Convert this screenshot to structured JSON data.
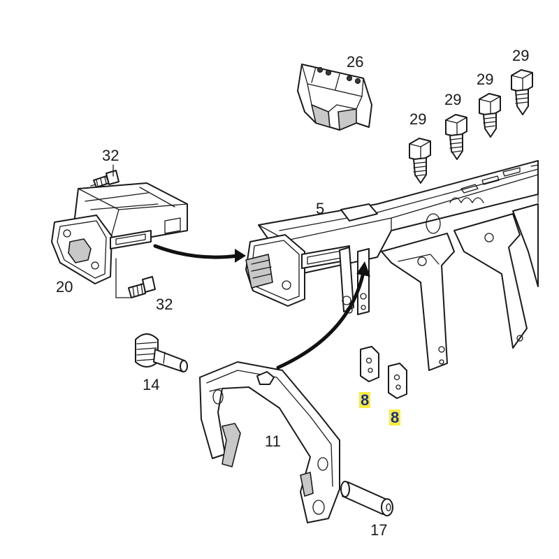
{
  "diagram": {
    "callouts": [
      {
        "id": "c26",
        "text": "26",
        "highlighted": false
      },
      {
        "id": "c29a",
        "text": "29",
        "highlighted": false
      },
      {
        "id": "c29b",
        "text": "29",
        "highlighted": false
      },
      {
        "id": "c29c",
        "text": "29",
        "highlighted": false
      },
      {
        "id": "c29d",
        "text": "29",
        "highlighted": false
      },
      {
        "id": "c32a",
        "text": "32",
        "highlighted": false
      },
      {
        "id": "c32b",
        "text": "32",
        "highlighted": false
      },
      {
        "id": "c5",
        "text": "5",
        "highlighted": false
      },
      {
        "id": "c20",
        "text": "20",
        "highlighted": false
      },
      {
        "id": "c14",
        "text": "14",
        "highlighted": false
      },
      {
        "id": "c11",
        "text": "11",
        "highlighted": false
      },
      {
        "id": "c8a",
        "text": "8",
        "highlighted": true
      },
      {
        "id": "c8b",
        "text": "8",
        "highlighted": true
      },
      {
        "id": "c17",
        "text": "17",
        "highlighted": false
      }
    ],
    "highlight_color": "#f7ec3e",
    "highlight_text_color": "#1c2f8a"
  }
}
